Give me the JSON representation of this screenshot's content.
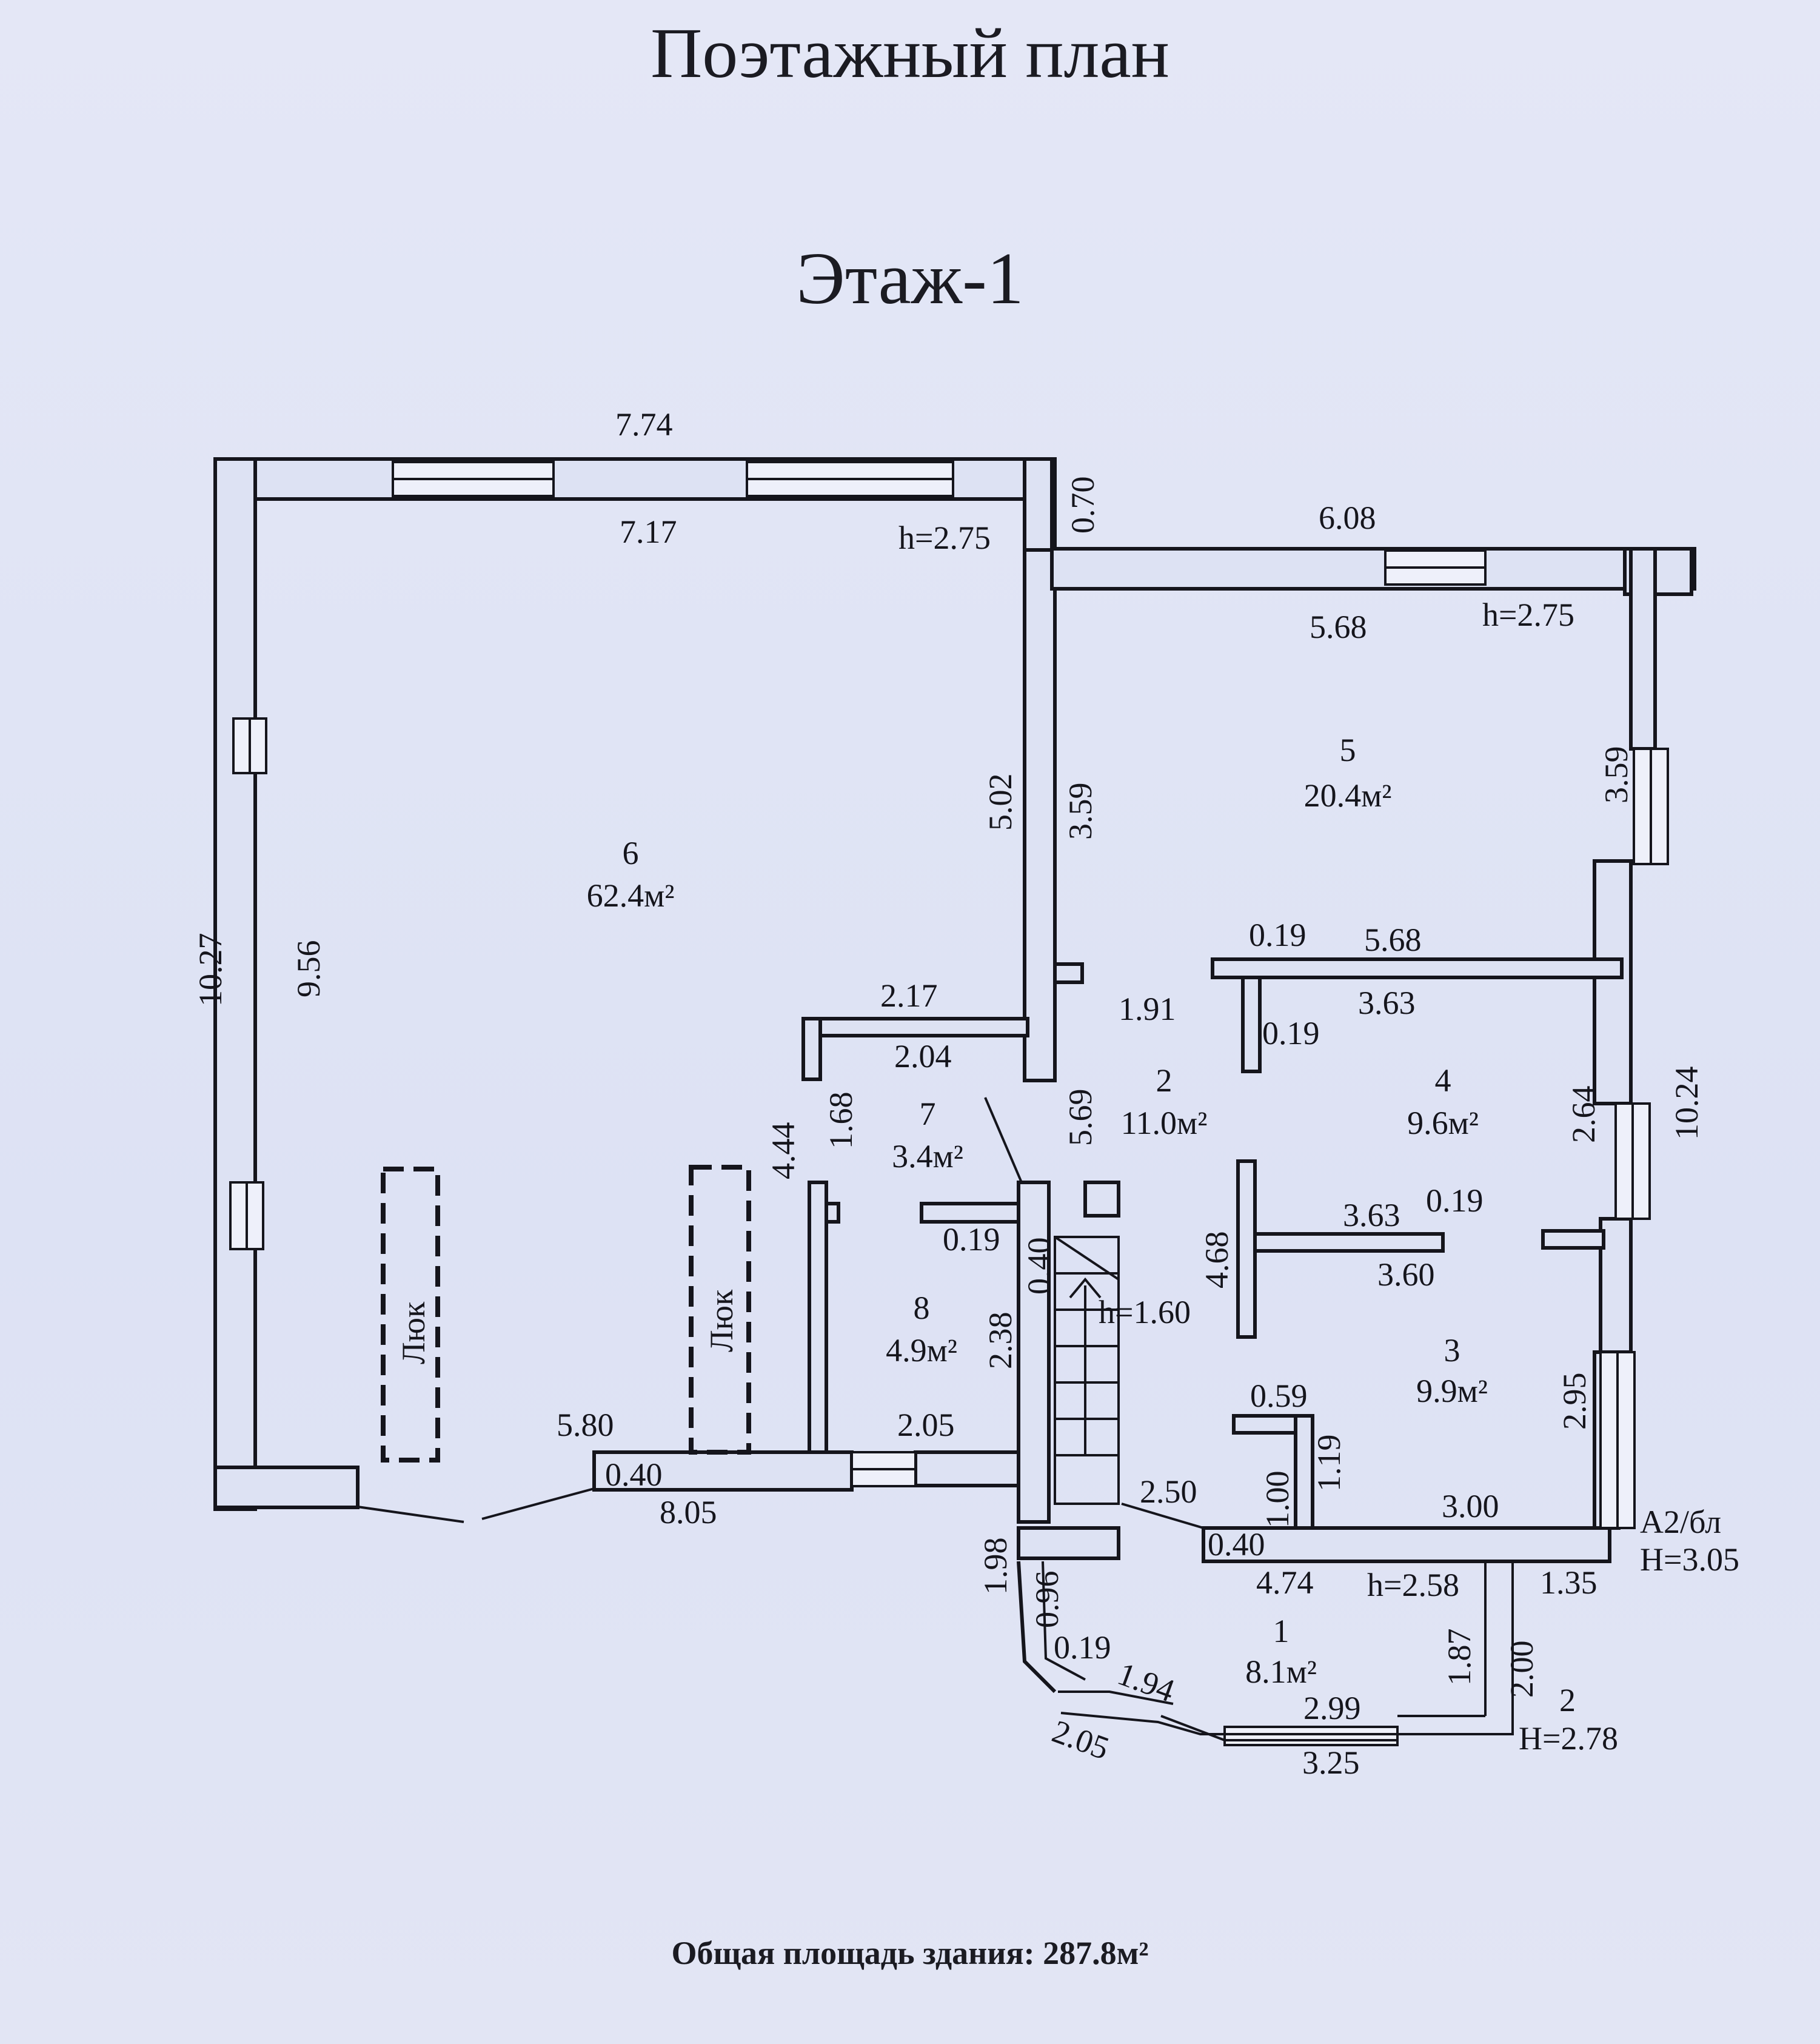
{
  "header": {
    "title": "Поэтажный план",
    "floor": "Этаж-1"
  },
  "footer": {
    "total_area": "Общая площадь здания: 287.8м²"
  },
  "rooms": [
    {
      "number": "6",
      "area": "62.4м²"
    },
    {
      "number": "5",
      "area": "20.4м²"
    },
    {
      "number": "7",
      "area": "3.4м²"
    },
    {
      "number": "2",
      "area": "11.0м²"
    },
    {
      "number": "4",
      "area": "9.6м²"
    },
    {
      "number": "8",
      "area": "4.9м²"
    },
    {
      "number": "3",
      "area": "9.9м²"
    },
    {
      "number": "1",
      "area": "8.1м²"
    }
  ],
  "hatches": [
    "Люк",
    "Люк"
  ],
  "dimensions": {
    "d_7_74": "7.74",
    "d_7_17": "7.17",
    "d_h_275_a": "h=2.75",
    "d_0_70": "0.70",
    "d_6_08": "6.08",
    "d_5_68_top": "5.68",
    "d_h_275_b": "h=2.75",
    "d_5_02": "5.02",
    "d_3_59_mid": "3.59",
    "d_3_59_right": "3.59",
    "d_10_27": "10.27",
    "d_9_56": "9.56",
    "d_0_19_a": "0.19",
    "d_5_68_mid": "5.68",
    "d_3_63_a": "3.63",
    "d_2_17": "2.17",
    "d_1_91": "1.91",
    "d_0_19_b": "0.19",
    "d_2_04": "2.04",
    "d_10_24": "10.24",
    "d_2_64": "2.64",
    "d_1_68": "1.68",
    "d_4_44": "4.44",
    "d_5_69": "5.69",
    "d_3_63_b": "3.63",
    "d_0_19_c": "0.19",
    "d_0_19_d": "0.19",
    "d_0_40_stair": "0.40",
    "d_3_60": "3.60",
    "d_4_68": "4.68",
    "d_h_160": "h=1.60",
    "d_2_38": "2.38",
    "d_0_59": "0.59",
    "d_2_95": "2.95",
    "d_1_19": "1.19",
    "d_1_00": "1.00",
    "d_5_80": "5.80",
    "d_2_05_a": "2.05",
    "d_0_40_left": "0.40",
    "d_8_05": "8.05",
    "d_2_50": "2.50",
    "d_3_00": "3.00",
    "d_0_40_right": "0.40",
    "d_a2bl": "А2/бл",
    "d_H_305": "Н=3.05",
    "d_1_98": "1.98",
    "d_0_96": "0.96",
    "d_4_74": "4.74",
    "d_h_258": "h=2.58",
    "d_1_35": "1.35",
    "d_0_19_e": "0.19",
    "d_1_94": "1.94",
    "d_1_87": "1.87",
    "d_2_00": "2.00",
    "d_2_99": "2.99",
    "d_porch_num": "2",
    "d_H_278": "Н=2.78",
    "d_2_05_b": "2.05",
    "d_3_25": "3.25"
  }
}
